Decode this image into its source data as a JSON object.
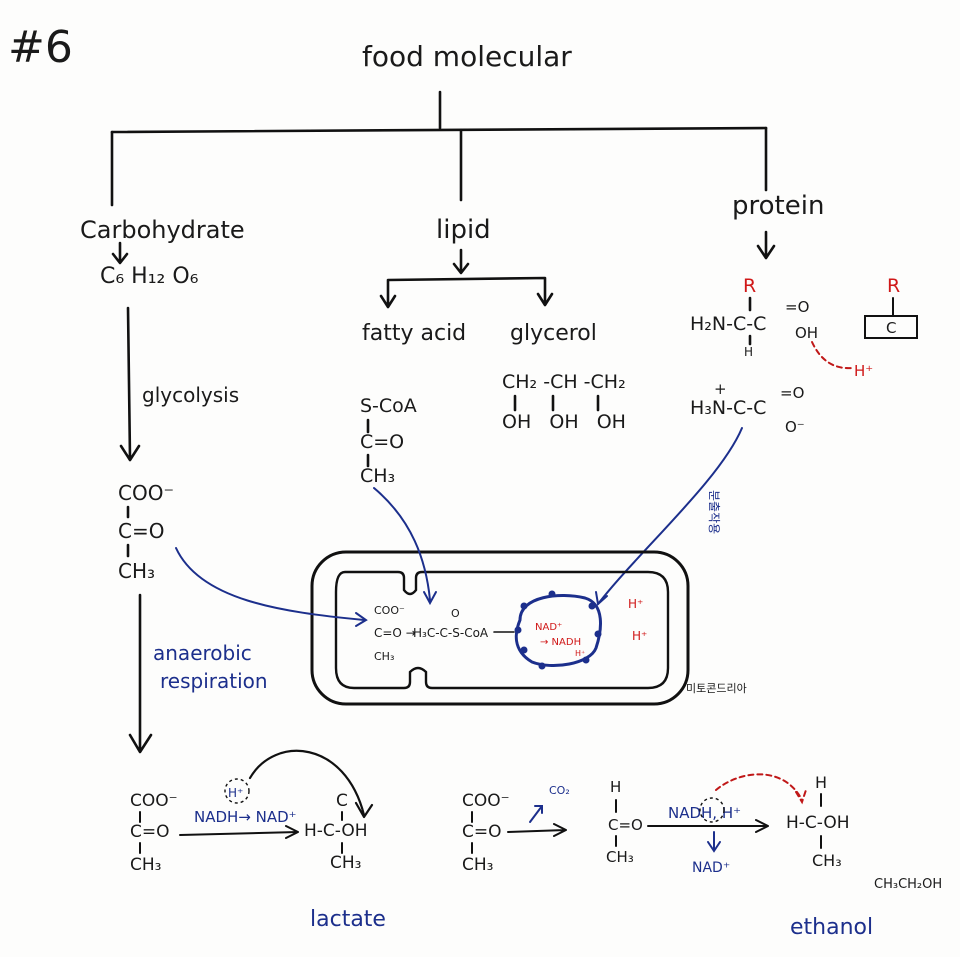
{
  "page": {
    "number": "#6",
    "title": "food molecular"
  },
  "categories": {
    "carbohydrate": {
      "label": "Carbohydrate",
      "formula": "C₆ H₁₂ O₆"
    },
    "lipid": {
      "label": "lipid",
      "fatty_acid": "fatty acid",
      "glycerol": "glycerol"
    },
    "protein": {
      "label": "protein"
    }
  },
  "glycolysis": {
    "label": "glycolysis"
  },
  "fatty_acid_struct": {
    "top": "S-CoA",
    "mid": "C=O",
    "bot": "CH₃"
  },
  "glycerol_struct": {
    "top": "CH₂ -CH -CH₂",
    "bottom": "OH   OH   OH"
  },
  "amino_acid": {
    "r": "R",
    "left": "H₂N-C-C",
    "o": "=O",
    "oh": "OH",
    "h": "H",
    "h_plus": "H⁺",
    "box_r": "R",
    "box_c": "C"
  },
  "zwitterion": {
    "plus": "+",
    "main": "H₃N-C-C",
    "o": "=O",
    "o_minus": "O⁻",
    "annotation": "분출작용"
  },
  "pyruvate": {
    "coo": "COO⁻",
    "co": "C=O",
    "ch3": "CH₃"
  },
  "anaerobic": {
    "line1": "anaerobic",
    "line2": "respiration"
  },
  "mitochondria": {
    "label": "미토콘드리아",
    "pyr_coo": "COO⁻",
    "pyr_co": "C=O →",
    "pyr_ch3": "CH₃",
    "acetyl_o": "O",
    "acetyl": "H₃C-C-S-CoA",
    "nad_plus": "NAD⁺",
    "nadh": "→ NADH",
    "h_plus_small": "H⁺",
    "h1": "H⁺",
    "h2": "H⁺"
  },
  "lactate": {
    "coo": "COO⁻",
    "co": "C=O",
    "ch3": "CH₃",
    "h_plus": "H⁺",
    "arrow_label": "NADH→ NAD⁺",
    "prod_top": "C",
    "prod_mid": "H-C-OH",
    "prod_bot": "CH₃",
    "name": "lactate"
  },
  "ethanol": {
    "coo": "COO⁻",
    "co": "C=O",
    "ch3": "CH₃",
    "co2": "CO₂",
    "ald_h": "H",
    "ald_c": "C=O",
    "ald_ch3": "CH₃",
    "nadh": "NADH, H⁺",
    "nad_plus": "NAD⁺",
    "prod_h": "H",
    "prod_mid": "H-C-OH",
    "prod_ch3": "CH₃",
    "condensed": "CH₃CH₂OH",
    "name": "ethanol"
  }
}
